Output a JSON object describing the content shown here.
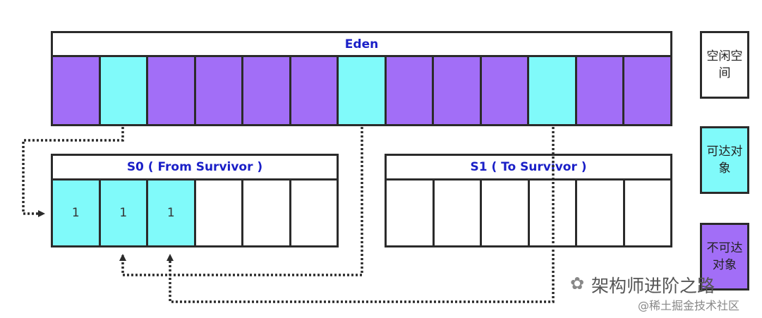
{
  "eden": {
    "title": "Eden",
    "cells": [
      "unreachable",
      "reachable",
      "unreachable",
      "unreachable",
      "unreachable",
      "unreachable",
      "reachable",
      "unreachable",
      "unreachable",
      "unreachable",
      "reachable",
      "unreachable",
      "unreachable"
    ]
  },
  "s0": {
    "title": "S0 ( From Survivor )",
    "cells": [
      {
        "state": "reachable",
        "label": "1"
      },
      {
        "state": "reachable",
        "label": "1"
      },
      {
        "state": "reachable",
        "label": "1"
      },
      {
        "state": "empty",
        "label": ""
      },
      {
        "state": "empty",
        "label": ""
      },
      {
        "state": "empty",
        "label": ""
      }
    ]
  },
  "s1": {
    "title": "S1 ( To Survivor )",
    "cells": [
      {
        "state": "empty",
        "label": ""
      },
      {
        "state": "empty",
        "label": ""
      },
      {
        "state": "empty",
        "label": ""
      },
      {
        "state": "empty",
        "label": ""
      },
      {
        "state": "empty",
        "label": ""
      },
      {
        "state": "empty",
        "label": ""
      }
    ]
  },
  "legend": {
    "free": "空闲空间",
    "reachable": "可达对象",
    "unreachable": "不可达对象"
  },
  "colors": {
    "reachable": "#80fafa",
    "unreachable": "#a26ef7",
    "empty": "#ffffff",
    "title_text": "#1a1fc7"
  },
  "watermark": {
    "line1": "架构师进阶之路",
    "line2": "@稀土掘金技术社区"
  }
}
